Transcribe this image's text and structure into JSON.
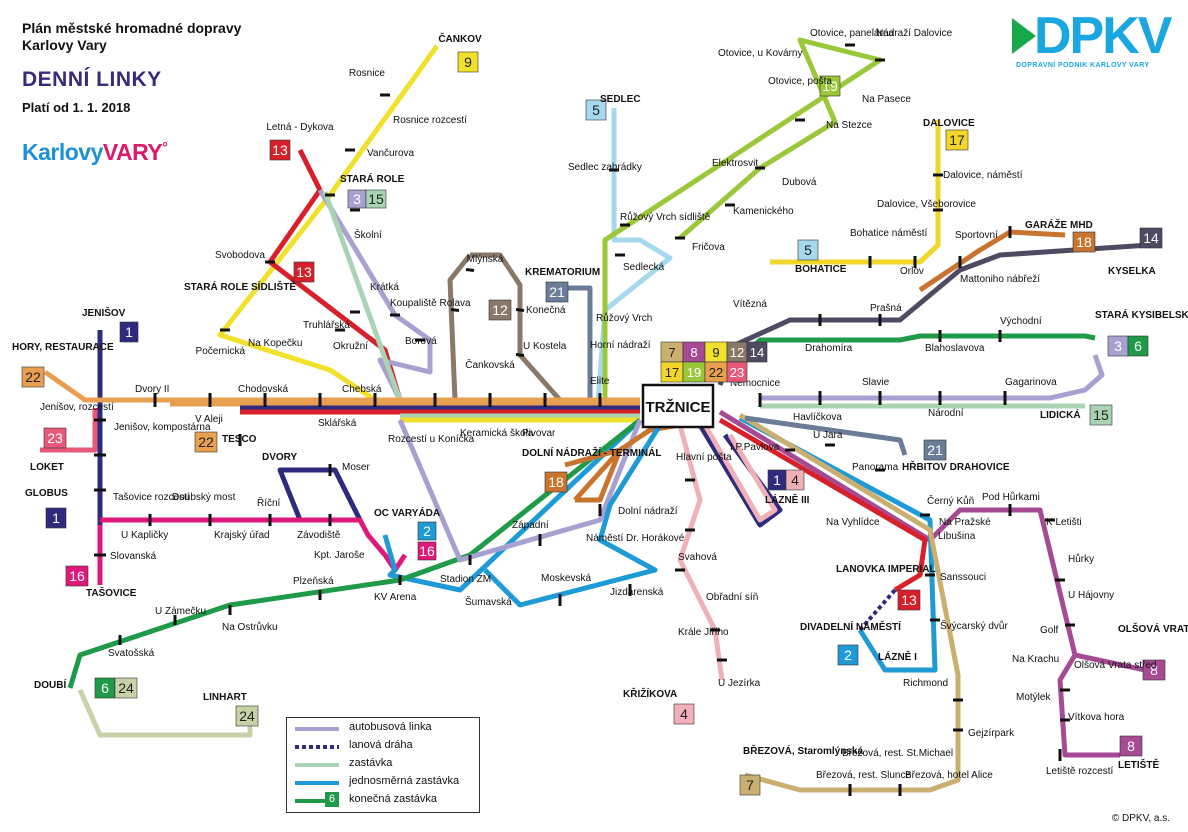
{
  "header": {
    "title_line1": "Plán městské hromadné dopravy",
    "title_line2": "Karlovy Vary",
    "subtitle": "DENNÍ LINKY",
    "valid": "Platí od 1. 1. 2018"
  },
  "brand": {
    "karlovy": "Karlovy",
    "vary": "VARY",
    "mark": "°"
  },
  "logo": {
    "text": "DPKV",
    "subtitle": "DOPRAVNÍ PODNIK KARLOVY VARY"
  },
  "copyright": "© DPKV, a.s.",
  "colors": {
    "l1": "#2e2a7e",
    "l2": "#1e9ad6",
    "l3": "#a9a0d2",
    "l4": "#f0b0b8",
    "l5": "#a6d8ee",
    "l6": "#1e9a48",
    "l7": "#cbaf70",
    "l8": "#a64a94",
    "l9": "#f2e12a",
    "l12": "#8a7868",
    "l13": "#d8202a",
    "l14": "#4e4a62",
    "l15": "#a8d4b4",
    "l16": "#e0187a",
    "l17": "#f2d62a",
    "l18": "#c8742e",
    "l19": "#9ac83a",
    "l21": "#6a7c98",
    "l22": "#e8a050",
    "l23": "#e85878",
    "l24": "#c8d2a8"
  },
  "hub": "TRŽNICE",
  "hub_lines": [
    "7",
    "8",
    "9",
    "12",
    "14",
    "17",
    "19",
    "22",
    "23"
  ],
  "badges": [
    {
      "n": "9",
      "c": "l9"
    },
    {
      "n": "13",
      "c": "l13"
    },
    {
      "n": "3",
      "c": "l3"
    },
    {
      "n": "15",
      "c": "l15"
    },
    {
      "n": "13",
      "c": "l13"
    },
    {
      "n": "5",
      "c": "l5"
    },
    {
      "n": "19",
      "c": "l19"
    },
    {
      "n": "17",
      "c": "l17"
    },
    {
      "n": "18",
      "c": "l18"
    },
    {
      "n": "14",
      "c": "l14"
    },
    {
      "n": "5",
      "c": "l5"
    },
    {
      "n": "12",
      "c": "l12"
    },
    {
      "n": "21",
      "c": "l21"
    },
    {
      "n": "1",
      "c": "l1"
    },
    {
      "n": "22",
      "c": "l22"
    },
    {
      "n": "23",
      "c": "l23"
    },
    {
      "n": "22",
      "c": "l22"
    },
    {
      "n": "3",
      "c": "l3"
    },
    {
      "n": "6",
      "c": "l6"
    },
    {
      "n": "15",
      "c": "l15"
    },
    {
      "n": "21",
      "c": "l21"
    },
    {
      "n": "1",
      "c": "l1"
    },
    {
      "n": "4",
      "c": "l4"
    },
    {
      "n": "18",
      "c": "l18"
    },
    {
      "n": "1",
      "c": "l1"
    },
    {
      "n": "16",
      "c": "l16"
    },
    {
      "n": "2",
      "c": "l2"
    },
    {
      "n": "16",
      "c": "l16"
    },
    {
      "n": "13",
      "c": "l13"
    },
    {
      "n": "2",
      "c": "l2"
    },
    {
      "n": "8",
      "c": "l8"
    },
    {
      "n": "8",
      "c": "l8"
    },
    {
      "n": "6",
      "c": "l6"
    },
    {
      "n": "24",
      "c": "l24"
    },
    {
      "n": "24",
      "c": "l24"
    },
    {
      "n": "4",
      "c": "l4"
    },
    {
      "n": "7",
      "c": "l7"
    }
  ],
  "stops": [
    "ČANKOV",
    "Rosnice",
    "Rosnice rozcestí",
    "Vančurova",
    "STARÁ ROLE",
    "Letná - Dykova",
    "Školní",
    "Svobodova",
    "STARÁ ROLE SÍDLIŠTĚ",
    "Krátká",
    "Truhlářská",
    "Koupaliště Rolava",
    "Borová",
    "Počernická",
    "Na Kopečku",
    "Okružní",
    "Mlýnská",
    "Konečná",
    "Čankovská",
    "U Kostela",
    "KREMATORIUM",
    "SEDLEC",
    "Sedlec zahrádky",
    "Růžový Vrch sídliště",
    "Sedlecká",
    "Růžový Vrch",
    "Fričova",
    "Kamenického",
    "Elektrosvit",
    "Dubová",
    "Na Stezce",
    "Na Pasece",
    "Otovice, pošta",
    "Otovice, u Kovárny",
    "Otovice, panelárna",
    "Nádraží Dalovice",
    "DALOVICE",
    "Dalovice, náměstí",
    "Dalovice, Všeborovice",
    "BOHATICE",
    "Bohatice náměstí",
    "Orlov",
    "Sportovní",
    "GARÁŽE MHD",
    "KYSELKA",
    "Mattoniho nábřeží",
    "Vítězná",
    "Prašná",
    "Drahomíra",
    "Blahoslavova",
    "Východní",
    "STARÁ KYSIBELSKÁ",
    "Nemocnice",
    "Slavie",
    "Gagarinova",
    "Národní",
    "LIDICKÁ",
    "Horní nádraží",
    "Elite",
    "JENIŠOV",
    "HORY, RESTAURACE",
    "Jenišov, rozcestí",
    "LOKET",
    "Dvory II",
    "Jenišov, kompostárna",
    "Chodovská",
    "V Aleji",
    "TESCO",
    "Chebská",
    "Sklářská",
    "Keramická škola",
    "Pivovar",
    "Rozcestí u Koníčka",
    "DVORY",
    "Moser",
    "GLOBUS",
    "Tašovice rozcestí",
    "Doubský most",
    "U Kapličky",
    "Krajský úřad",
    "Říční",
    "Závodiště",
    "OC VARYÁDA",
    "Kpt. Jaroše",
    "Slovanská",
    "TAŠOVICE",
    "Plzeňská",
    "KV Arena",
    "Stadion ZM",
    "Šumavská",
    "Západní",
    "Náměstí Dr. Horákové",
    "Dolní nádraží",
    "DOLNÍ NÁDRAŽÍ - TERMINÁL",
    "Moskevská",
    "Jizdárenská",
    "Svahová",
    "Hlavní pošta",
    "I.P.Pavlova",
    "LÁZNĚ III",
    "Havlíčkova",
    "U Jara",
    "Panorama",
    "HŘBITOV DRAHOVICE",
    "Na Vyhlídce",
    "Černý Kůň",
    "Na Pražské",
    "Libušina",
    "Pod Hůrkami",
    "K Letišti",
    "Hůrky",
    "U Hájovny",
    "Golf",
    "Na Krachu",
    "Olšová Vrata střed",
    "OLŠOVÁ VRATA",
    "Motýlek",
    "Vítkova hora",
    "LETIŠTĚ",
    "Letiště rozcestí",
    "LANOVKA IMPERIAL",
    "Sanssouci",
    "DIVADELNÍ NÁMĚSTÍ",
    "Švýcarský dvůr",
    "LÁZNĚ I",
    "Richmond",
    "Obřadní síň",
    "Krále Jiřího",
    "U Jezírka",
    "KŘIŽÍKOVA",
    "Gejzírpark",
    "BŘEZOVÁ, Staromlýnská",
    "Březová, rest. St.Michael",
    "Březová, rest. Slunce",
    "Březová, hotel Alice",
    "U Zámečku",
    "Na Ostrůvku",
    "Svatošská",
    "DOUBÍ",
    "LINHART"
  ],
  "legend": [
    {
      "label": "autobusová linka",
      "c": "l3"
    },
    {
      "label": "lanová dráha",
      "c": "l1"
    },
    {
      "label": "zastávka",
      "c": "l15"
    },
    {
      "label": "jednosměrná zastávka",
      "c": "l2"
    },
    {
      "label": "konečná zastávka",
      "c": "l6"
    }
  ],
  "legend_term_num": "6"
}
